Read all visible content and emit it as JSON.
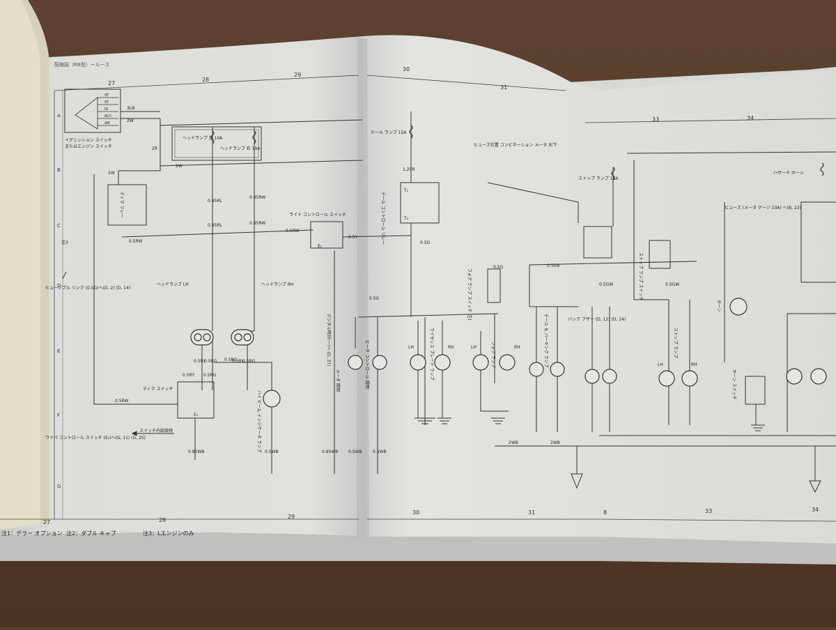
{
  "header": {
    "title": "配線図（RB型）ールース"
  },
  "column_numbers_top": [
    "27",
    "28",
    "29",
    "30",
    "31",
    "33",
    "34"
  ],
  "column_numbers_bottom": [
    "27",
    "28",
    "29",
    "30",
    "31",
    "8",
    "33",
    "34"
  ],
  "row_letters": [
    "A",
    "B",
    "C",
    "D",
    "E",
    "F",
    "G"
  ],
  "ignition": {
    "label_line1": "イグニッション スイッチ",
    "label_line2": "またはエンジン スイッチ",
    "terminals": [
      "ST",
      "ST",
      "IG",
      "ACC",
      "AM"
    ]
  },
  "fuses": {
    "headlamp_left": "ヘッドランプ 左 10A",
    "headlamp_right": "ヘッドランプ 右 10A",
    "tail": "テール ランプ 15A",
    "stop": "ストップ ランプ 15A"
  },
  "wires": {
    "w3lb": "3LB",
    "w2w": "2W",
    "w2r": "2R",
    "w2w_b": "2W",
    "w2w_c": "2W",
    "w085rl": "0.85RL",
    "w085rw": "0.85RW",
    "w085rl_b": "0.85RL",
    "w085rw_b": "0.85RW",
    "w125r": "1.25R",
    "w05g_a": "0.5G",
    "w05g_b": "0.5G",
    "w05g_c": "0.5G",
    "w05rw_a": "0.5RW",
    "w05rw_b": "0.5RW",
    "w05y": "0.5Y",
    "w05rw_c": "0.5RW",
    "w05ry_a": "0.5RY",
    "w05rg_a": "0.5RG",
    "w05ry_b": "0.5RY",
    "w05rg_b": "0.5RG",
    "w05ry_c": "0.5RY",
    "w05rg_c": "0.5RG",
    "w05rg_d": "0.5RG",
    "w05rg_e": "0.5RG",
    "w085wb_a": "0.85WB",
    "w05wb_a": "0.5WB",
    "w085wb_b": "0.85WB",
    "w05wb_b": "0.5WB",
    "w05wb_c": "0.5WB",
    "w2wb_a": "2WB",
    "w2wb_b": "2WB",
    "w05gb": "0.5GB",
    "w05gw": "0.5GW",
    "w05gw_b": "0.5GW"
  },
  "components": {
    "tail_relay": "テール コントロール リレー",
    "light_switch": "ライト コントロール スイッチ",
    "dimmer_relay": "ディマ リレー",
    "dimmer_switch": "ディマ スイッチ",
    "headlamp_lh": "ヘッドランプ LH",
    "headlamp_rh": "ヘッドランプ RH",
    "hi_beam": "ハイ ビーム インジケータ ランプ",
    "fuse_location": "ヒューズ位置 コンビネーション メータ 右下",
    "fusible_link": "ヒュージブル リンク (0.5G)へ(D, 2) (D, 14)",
    "wiper": "ワイパ コントロール スイッチ (E₂)へ(G, 11) (G, 25)",
    "switch_internal": "スイッチ内部接続",
    "clock": "デジタル時計(ー)へ (D, 37)",
    "meter_light": "メータ 照明",
    "heater_light": "ヒータ コントロール 照明",
    "license_lamp": "ライセンス プレート ランプ",
    "fog_switch": "フォグ ランプ スイッチ 注1",
    "fog_lamp": "フォグ ランプ",
    "back_buzzer": "バック ブザー (D, 12) (D, 24)",
    "stop_switch": "ストップ ランプ スイッチ",
    "stop_lamp": "ストップ ランプ",
    "horn": "ホーン",
    "horn_switch": "ホーン スイッチ",
    "hazard": "ハザード ホーン",
    "hazard_fuse": "ヒューズ (メータ ゲージ 10A) へ(B, 22)",
    "tail_lamp_rr": "テール ＆ バーキング ランプ",
    "lh": "LH",
    "rh": "RH",
    "e1": "E₁",
    "e2": "E₂",
    "t1": "T₁",
    "t2": "T₂"
  },
  "footnotes": {
    "n1": "注1：デラー オプション",
    "n2": "注2：ダブル キャブ",
    "n3": "注3：Lエンジンのみ"
  },
  "note3_tag": "注3"
}
